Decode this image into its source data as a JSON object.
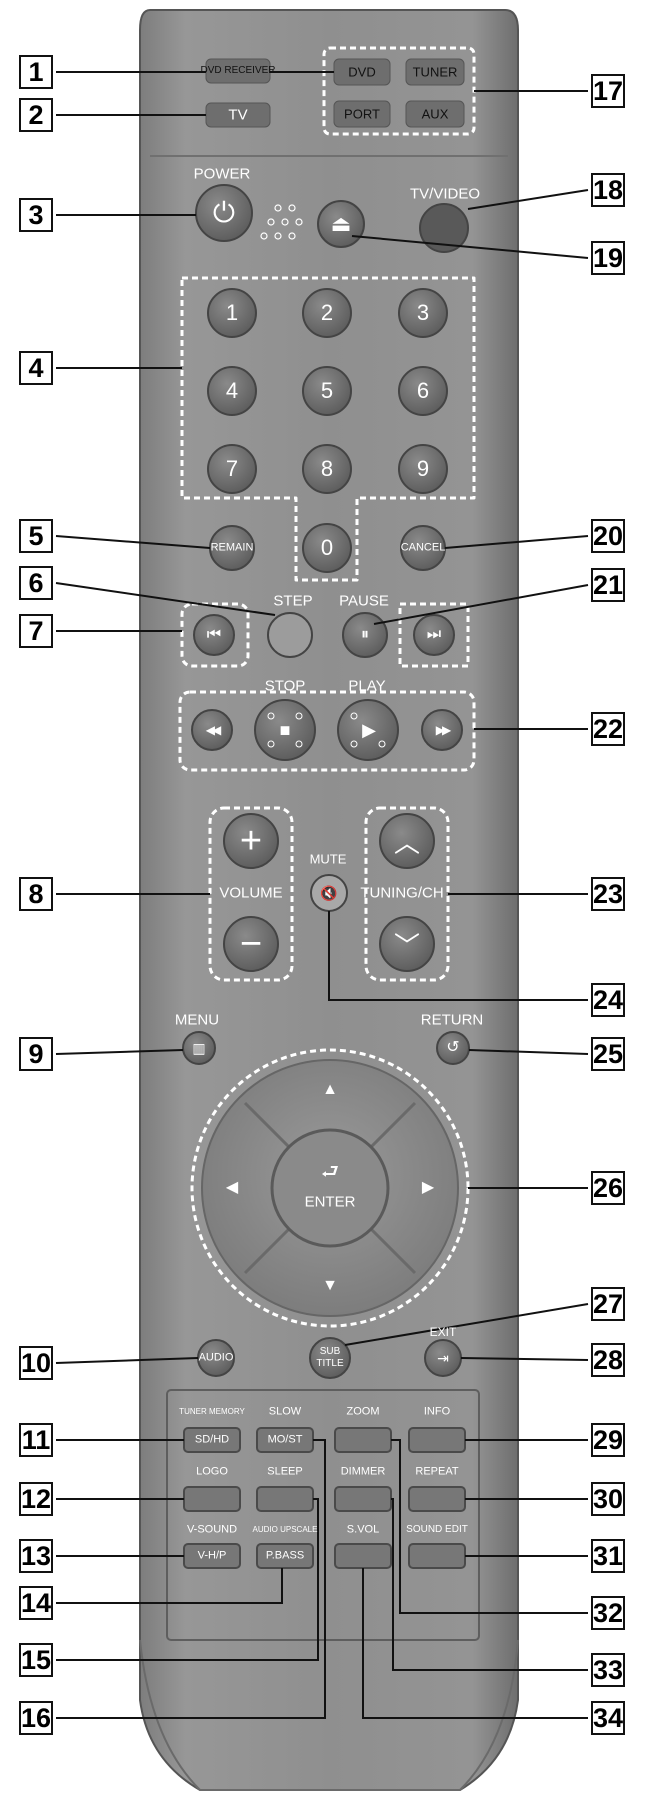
{
  "remote": {
    "source_buttons": {
      "dvd_receiver": "DVD RECEIVER",
      "tv": "TV",
      "dvd": "DVD",
      "tuner": "TUNER",
      "port": "PORT",
      "aux": "AUX"
    },
    "power": {
      "label": "POWER",
      "symbol": "⏻"
    },
    "tv_video": "TV/VIDEO",
    "eject_symbol": "⏏",
    "numbers": [
      "1",
      "2",
      "3",
      "4",
      "5",
      "6",
      "7",
      "8",
      "9",
      "0"
    ],
    "remain": "REMAIN",
    "cancel": "CANCEL",
    "step": "STEP",
    "pause": {
      "label": "PAUSE",
      "symbol": "⏸"
    },
    "skip_back_symbol": "⏮",
    "skip_fwd_symbol": "⏭",
    "transport": {
      "stop_label": "STOP",
      "play_label": "PLAY",
      "rew_symbol": "◀◀",
      "stop_symbol": "■",
      "play_symbol": "▶",
      "ff_symbol": "▶▶"
    },
    "volume": {
      "label": "VOLUME",
      "plus": "+",
      "minus": "−"
    },
    "mute": {
      "label": "MUTE",
      "symbol": "🔇"
    },
    "tuning": {
      "label": "TUNING/CH",
      "up": "︿",
      "down": "﹀"
    },
    "menu": "MENU",
    "return": "RETURN",
    "enter": "ENTER",
    "audio": "AUDIO",
    "subtitle": {
      "line1": "SUB",
      "line2": "TITLE"
    },
    "exit": "EXIT",
    "lower_panel": {
      "tuner_memory": "TUNER MEMORY",
      "sd_hd": "SD/HD",
      "slow": "SLOW",
      "mo_st": "MO/ST",
      "zoom": "ZOOM",
      "info": "INFO",
      "logo": "LOGO",
      "sleep": "SLEEP",
      "dimmer": "DIMMER",
      "repeat": "REPEAT",
      "v_sound": "V-SOUND",
      "audio_upscale": "AUDIO UPSCALE",
      "s_vol": "S.VOL",
      "sound_edit": "SOUND EDIT",
      "v_hp": "V-H/P",
      "p_bass": "P.BASS"
    }
  },
  "callouts": [
    "1",
    "2",
    "3",
    "4",
    "5",
    "6",
    "7",
    "8",
    "9",
    "10",
    "11",
    "12",
    "13",
    "14",
    "15",
    "16",
    "17",
    "18",
    "19",
    "20",
    "21",
    "22",
    "23",
    "24",
    "25",
    "26",
    "27",
    "28",
    "29",
    "30",
    "31",
    "32",
    "33",
    "34"
  ],
  "colors": {
    "body": "#8c8c8c",
    "button": "#6f6f6f",
    "button_light": "#9a9a9a",
    "text_on_body": "#ffffff"
  }
}
